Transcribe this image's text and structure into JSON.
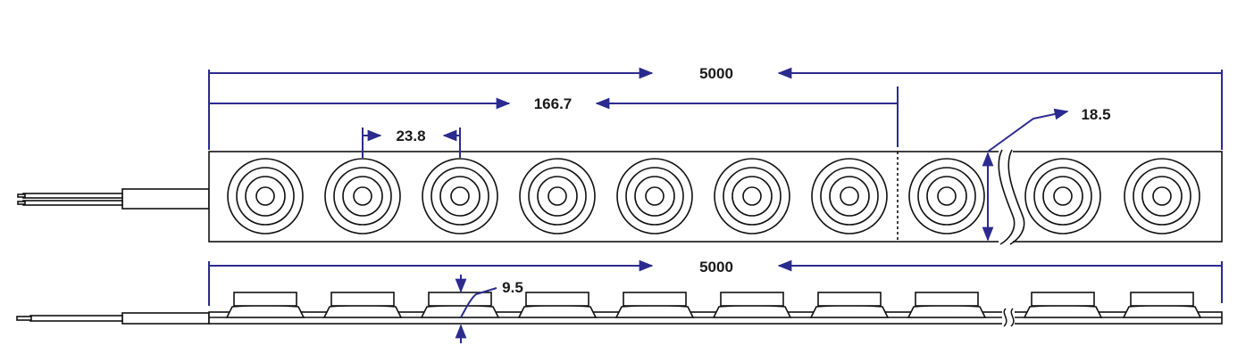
{
  "dimensions": {
    "total_length_top": "5000",
    "segment_length": "166.7",
    "led_pitch": "23.8",
    "width": "18.5",
    "total_length_side": "5000",
    "height": "9.5"
  },
  "colors": {
    "dimension_line": "#2b2b8f",
    "outline": "#111111"
  },
  "led_modules_visible": 10
}
